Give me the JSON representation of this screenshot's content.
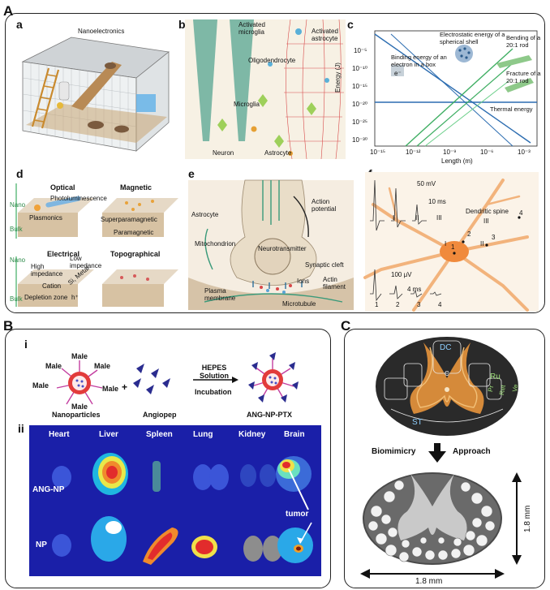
{
  "panelA": {
    "letter": "A",
    "a": {
      "letter": "a",
      "label": "Nanoelectronics"
    },
    "b": {
      "letter": "b",
      "labels": [
        "Activated microglia",
        "Activated astrocyte",
        "Oligodendrocyte",
        "Microglia",
        "Neuron",
        "Astrocyte"
      ]
    },
    "c": {
      "letter": "c",
      "ylabel": "Energy (J)",
      "xlabel": "Length (m)",
      "yticks": [
        "10⁻⁵",
        "10⁻¹⁰",
        "10⁻¹⁵",
        "10⁻²⁰",
        "10⁻²⁵",
        "10⁻³⁰"
      ],
      "xticks": [
        "10⁻¹⁵",
        "10⁻¹²",
        "10⁻⁹",
        "10⁻⁶",
        "10⁻³"
      ],
      "annotations": {
        "box": "Binding energy of an electron in a box",
        "shell": "Electrostatic energy of a spherical shell",
        "bending": "Bending of a 20:1 rod",
        "fracture": "Fracture of a 20:1 rod",
        "thermal": "Thermal energy",
        "electron": "e⁻"
      }
    },
    "d": {
      "letter": "d",
      "optical": "Optical",
      "magnetic": "Magnetic",
      "electrical": "Electrical",
      "topographical": "Topographical",
      "nano": "Nano",
      "bulk": "Bulk",
      "photolum": "Photoluminescence",
      "plasmonics": "Plasmonics",
      "superpara": "Superparamagnetic",
      "para": "Paramagnetic",
      "high_imp": "High impedance",
      "low_imp": "Low impedance",
      "cation": "Cation",
      "metal": "Si, Metal",
      "depletion": "Depletion zone",
      "hplus": "h⁺"
    },
    "e": {
      "letter": "e",
      "labels": [
        "Astrocyte",
        "Action potential",
        "Mitochondrion",
        "Neurotransmitter",
        "Synaptic cleft",
        "Ions",
        "Actin filament",
        "Plasma membrane",
        "Microtubule"
      ]
    },
    "f": {
      "letter": "f",
      "mv": "50 mV",
      "ms10": "10 ms",
      "uv": "100 μV",
      "ms4": "4 ms",
      "spine": "Dendritic spine",
      "roman": [
        "I",
        "II",
        "III"
      ],
      "nums": [
        "1",
        "2",
        "3",
        "4"
      ]
    }
  },
  "panelB": {
    "letter": "B",
    "i": {
      "letter": "i",
      "male": "Male",
      "nanoparticles": "Nanoparticles",
      "plus": "+",
      "angiopep": "Angiopep",
      "arrow_top": "HEPES Solution",
      "arrow_bottom": "Incubation",
      "product": "ANG-NP-PTX"
    },
    "ii": {
      "letter": "ii",
      "organs": [
        "Heart",
        "Liver",
        "Spleen",
        "Lung",
        "Kidney",
        "Brain"
      ],
      "rows": [
        "ANG-NP",
        "NP"
      ],
      "tumor": "tumor"
    }
  },
  "panelC": {
    "letter": "C",
    "regions": [
      "DC",
      "Ru",
      "Pr",
      "Ret",
      "Ve",
      "ST",
      "C"
    ],
    "biomimicry": "Biomimicry",
    "approach": "Approach",
    "height": "1.8 mm",
    "width": "1.8 mm"
  },
  "colors": {
    "frame": "#222222",
    "heatmap_bg": "#1a1fa8",
    "gold": "#e8a34a",
    "c_blue": "#2b6cb0",
    "c_green": "#3fae63",
    "nanoparticle": "#e23b3b",
    "ligand": "#c33ea0",
    "angiopep": "#2a2c8f"
  }
}
